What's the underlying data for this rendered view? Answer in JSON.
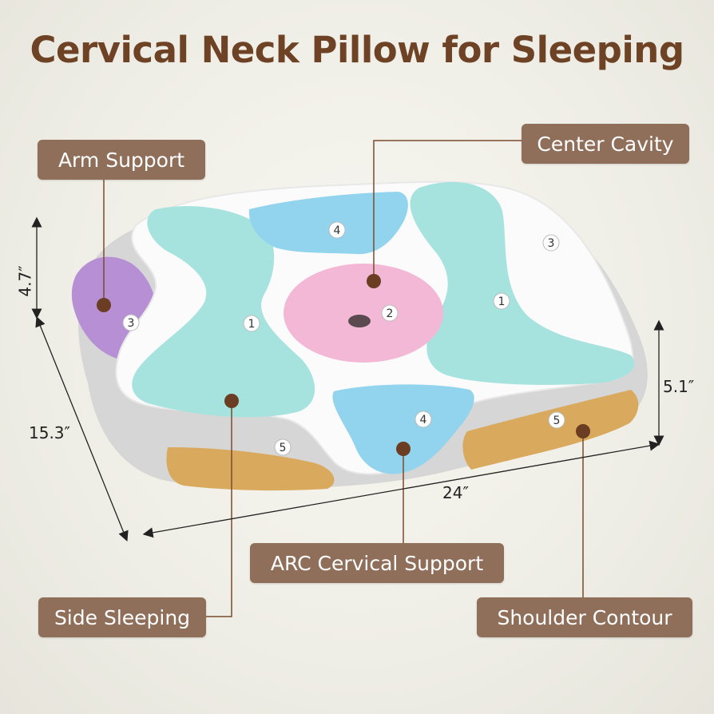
{
  "title": "Cervical Neck Pillow for Sleeping",
  "callouts": {
    "arm_support": "Arm Support",
    "center_cavity": "Center Cavity",
    "arc_cervical_support": "ARC Cervical Support",
    "side_sleeping": "Side Sleeping",
    "shoulder_contour": "Shoulder Contour"
  },
  "dimensions": {
    "height_left": "4.7″",
    "depth": "15.3″",
    "width": "24″",
    "height_right": "5.1″"
  },
  "zone_numbers": {
    "z1": "1",
    "z2": "2",
    "z3": "3",
    "z4": "4",
    "z5": "5"
  },
  "colors": {
    "title": "#6e4325",
    "label_bg": "#8f6e5a",
    "leader_line": "#7a4a2c",
    "zone_1_mint": "#a6e3df",
    "zone_2_pink": "#f2b8d6",
    "zone_3_purple": "#b68fd4",
    "zone_4_blue": "#92d4ee",
    "zone_5_tan": "#d9aa5e",
    "side_mesh_grey": "#d4d4d4"
  }
}
